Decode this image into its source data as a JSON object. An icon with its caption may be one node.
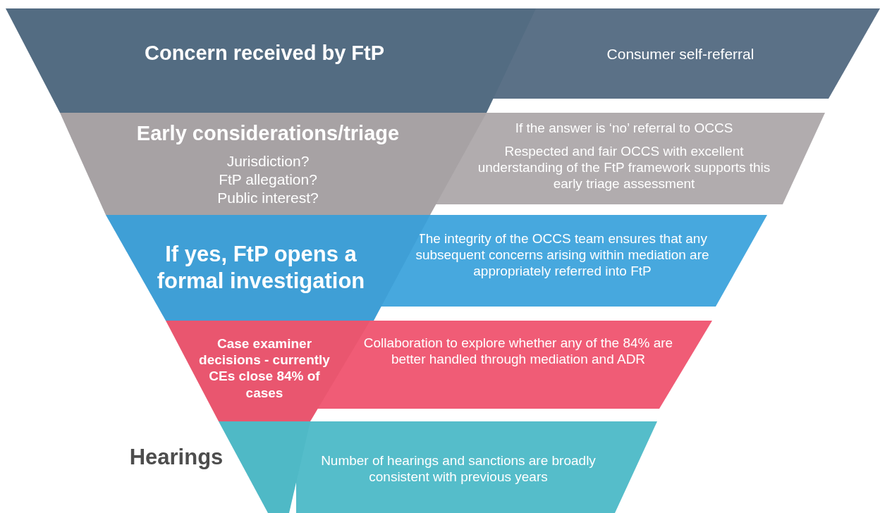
{
  "diagram": {
    "nodes": [
      {
        "text": [
          "Concern received by FtP"
        ]
      },
      {
        "text": [
          "Consumer self-referral"
        ]
      },
      {
        "text": [
          "Early considerations/triage",
          "Jurisdiction?",
          "FtP allegation?",
          "Public interest?"
        ]
      },
      {
        "text": [
          "If the answer is ‘no’ referral to OCCS",
          "Respected and fair OCCS with excellent understanding of the FtP framework supports this early triage assessment"
        ]
      },
      {
        "text": [
          "If yes, FtP opens a formal investigation"
        ]
      },
      {
        "text": [
          "The integrity of the OCCS team ensures that any subsequent concerns arising within mediation are appropriately referred into FtP"
        ]
      },
      {
        "text": [
          "Case examiner decisions - currently CEs close 84% of cases"
        ]
      },
      {
        "text": [
          "Collaboration to explore whether any of the 84% are better handled through mediation and ADR"
        ]
      },
      {
        "text": [
          "Hearings"
        ]
      },
      {
        "text": [
          "Number of hearings and sanctions are broadly consistent with previous years"
        ]
      }
    ]
  }
}
